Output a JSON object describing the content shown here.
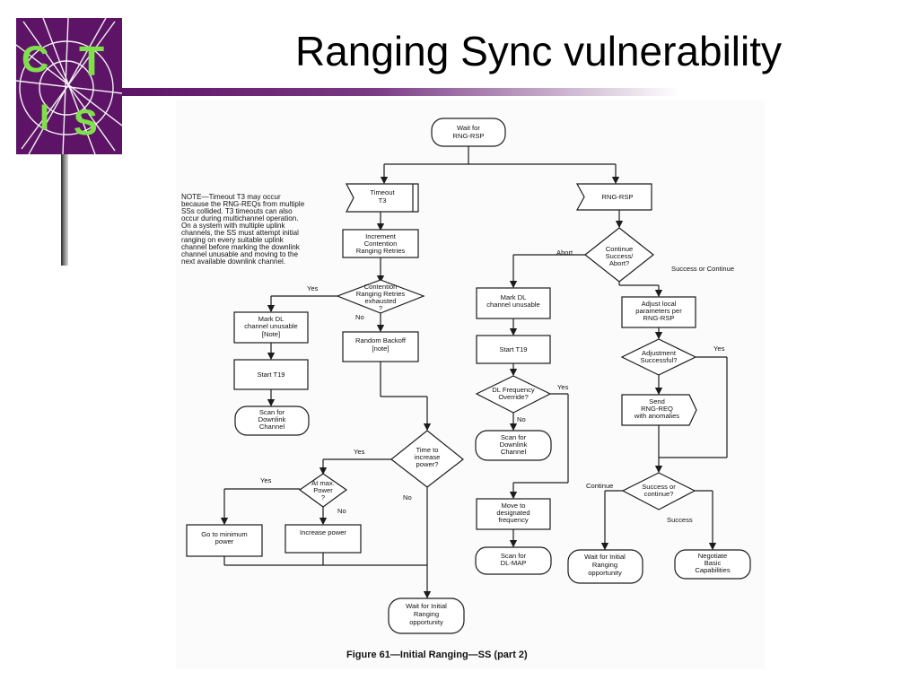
{
  "slide": {
    "title": "Ranging Sync vulnerability"
  },
  "logo": {
    "glyphs": [
      "C",
      "T",
      "I",
      "S"
    ]
  },
  "note": [
    "NOTE—Timeout T3 may occur",
    "because the RNG-REQs from multiple",
    "SSs collided. T3 timeouts can also",
    "occur during multichannel operation.",
    "On a system with multiple uplink",
    "channels, the SS must attempt initial",
    "ranging on every suitable uplink",
    "channel before marking the downlink",
    "channel unusable and moving to the",
    "next available downlink channel."
  ],
  "nodes": {
    "wait_rsp": [
      "Wait for",
      "RNG-RSP"
    ],
    "timeout": [
      "Timeout",
      "T3"
    ],
    "rng_rsp": [
      "RNG-RSP"
    ],
    "inc_retries": [
      "Increment",
      "Contention",
      "Ranging Retries"
    ],
    "retries_exhausted": [
      "Contention",
      "Ranging Retries",
      "exhausted",
      "?"
    ],
    "mark_dl_left": [
      "Mark DL",
      "channel unusable",
      "[Note]"
    ],
    "random_backoff": [
      "Random Backoff",
      "[note]"
    ],
    "start_t19_left": [
      "Start T19"
    ],
    "scan_dl_left": [
      "Scan for",
      "Downlink",
      "Channel"
    ],
    "time_inc_power": [
      "Time to",
      "increase",
      "power?"
    ],
    "at_max_power": [
      "At max.",
      "Power",
      "?"
    ],
    "go_min_power": [
      "Go to minimum",
      "power"
    ],
    "increase_power": [
      "Increase power"
    ],
    "wait_initial_mid": [
      "Wait for Initial",
      "Ranging",
      "opportunity"
    ],
    "continue_success": [
      "Continue",
      "Success/",
      "Abort?"
    ],
    "mark_dl_right": [
      "Mark DL",
      "channel unusable"
    ],
    "start_t19_right": [
      "Start T19"
    ],
    "dl_freq_override": [
      "DL Frequency",
      "Override?"
    ],
    "scan_dl_right": [
      "Scan for",
      "Downlink",
      "Channel"
    ],
    "move_freq": [
      "Move to",
      "designated",
      "frequency"
    ],
    "scan_dlmap": [
      "Scan for",
      "DL-MAP"
    ],
    "adjust_params": [
      "Adjust local",
      "parameters per",
      "RNG-RSP"
    ],
    "adjust_success": [
      "Adjustment",
      "Successful?"
    ],
    "send_req": [
      "Send",
      "RNG-REQ",
      "with anomalies"
    ],
    "success_or_continue": [
      "Success or",
      "continue?"
    ],
    "wait_initial_right": [
      "Wait for Initial",
      "Ranging",
      "opportunity"
    ],
    "negotiate": [
      "Negotiate",
      "Basic",
      "Capabilities"
    ]
  },
  "edge_labels": {
    "yes_exhausted": "Yes",
    "no_exhausted": "No",
    "abort": "Abort",
    "success_or_continue": "Success or Continue",
    "yes_override": "Yes",
    "no_override": "No",
    "yes_adjust": "Yes",
    "yes_time": "Yes",
    "no_time": "No",
    "yes_maxpower": "Yes",
    "no_maxpower": "No",
    "continue": "Continue",
    "success": "Success"
  },
  "caption": "Figure 61—Initial Ranging—SS (part 2)"
}
